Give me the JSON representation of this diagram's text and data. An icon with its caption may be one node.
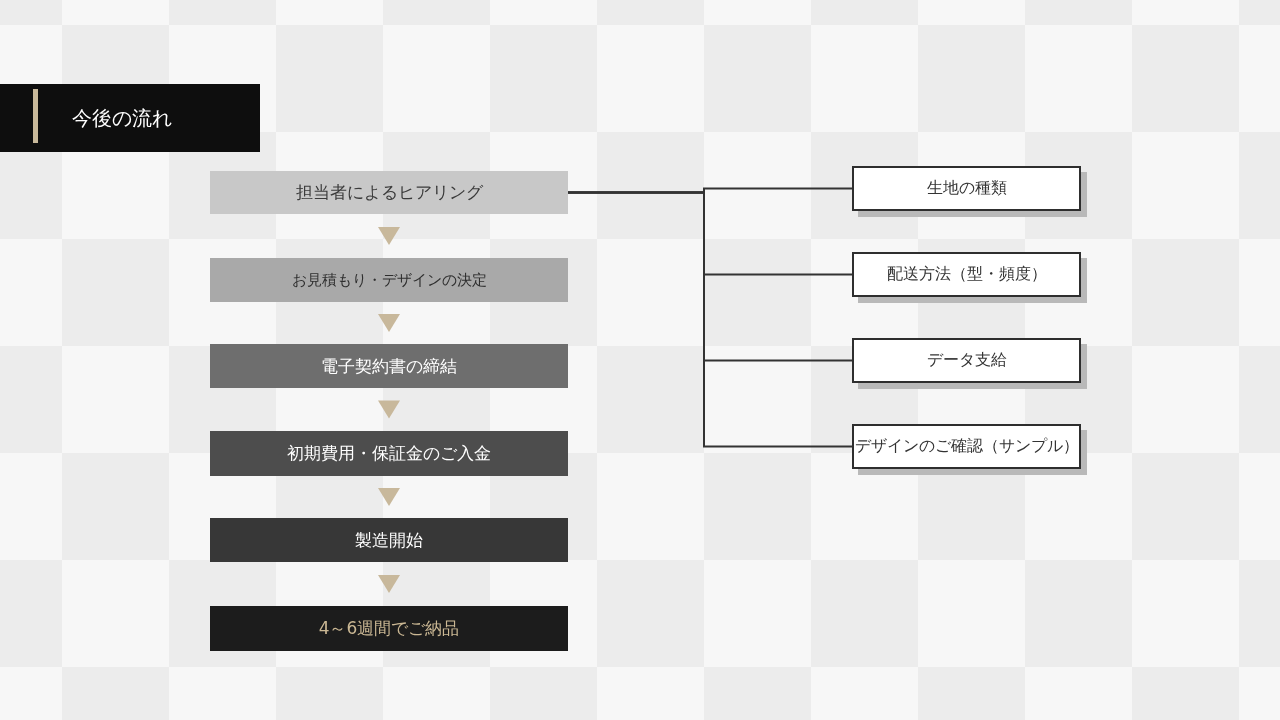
{
  "diagram": {
    "title": "今後の流れ",
    "nodes": [
      {
        "text": [
          "担当者によるヒアリング"
        ]
      },
      {
        "text": [
          "お見積もり・デザインの決定"
        ]
      },
      {
        "text": [
          "電子契約書の締結"
        ]
      },
      {
        "text": [
          "初期費用・保証金のご入金"
        ]
      },
      {
        "text": [
          "製造開始"
        ]
      },
      {
        "text": [
          "4～6週間でご納品"
        ]
      },
      {
        "text": [
          "生地の種類"
        ]
      },
      {
        "text": [
          "配送方法（型・頻度）"
        ]
      },
      {
        "text": [
          "データ支給"
        ]
      },
      {
        "text": [
          "デザインのご確認（サンプル）"
        ]
      }
    ],
    "edges": [
      {
        "from": 0,
        "to": 1,
        "arrow": "to"
      },
      {
        "from": 1,
        "to": 2,
        "arrow": "to"
      },
      {
        "from": 2,
        "to": 3,
        "arrow": "to"
      },
      {
        "from": 3,
        "to": 4,
        "arrow": "to"
      },
      {
        "from": 4,
        "to": 5,
        "arrow": "to"
      },
      {
        "from": 0,
        "to": 6,
        "arrow": "none",
        "color": "#333333"
      },
      {
        "from": 0,
        "to": 7,
        "arrow": "none",
        "color": "#333333"
      },
      {
        "from": 0,
        "to": 8,
        "arrow": "none",
        "color": "#333333"
      },
      {
        "from": 0,
        "to": 9,
        "arrow": "none",
        "color": "#333333"
      }
    ]
  }
}
